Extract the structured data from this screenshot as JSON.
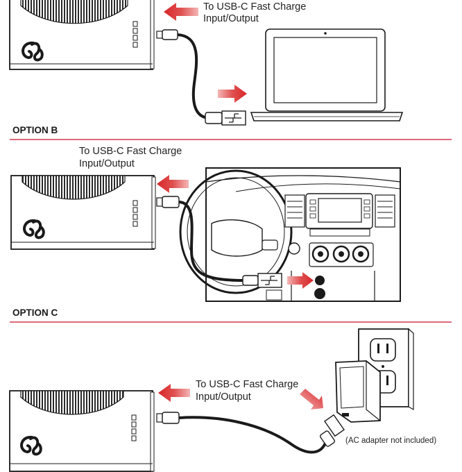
{
  "callouts": {
    "a_line1": "To USB-C Fast Charge",
    "a_line2": "Input/Output",
    "b_line1": "To USB-C Fast Charge",
    "b_line2": "Input/Output",
    "c_line1": "To USB-C Fast Charge",
    "c_line2": "Input/Output"
  },
  "sections": {
    "option_b": "OPTION B",
    "option_c": "OPTION C"
  },
  "notes": {
    "adapter": "(AC adapter not included)"
  },
  "colors": {
    "accent_red": "#d8262a",
    "divider_red": "#c8102e",
    "line_dark": "#1a1a1a"
  }
}
